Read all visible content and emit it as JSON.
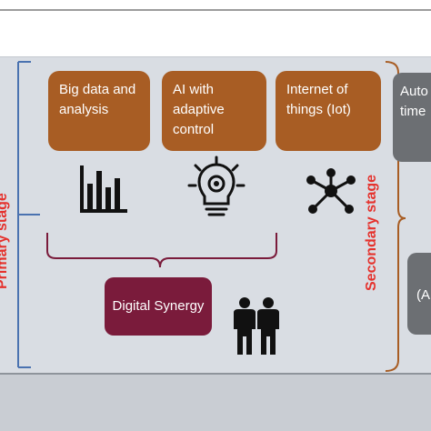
{
  "boxes": {
    "big_data": "Big data and analysis",
    "ai": "AI with adaptive control",
    "iot": "Internet of things (Iot)",
    "digital_synergy": "Digital Synergy",
    "auto_partial": "Auto",
    "time_partial": "time",
    "a_partial": "(A"
  },
  "stages": {
    "primary": "Primary stage",
    "secondary": "Secondary stage"
  },
  "icons": [
    "bar-chart-icon",
    "lightbulb-gear-icon",
    "network-icon",
    "people-icon"
  ],
  "colors": {
    "orange": "#a85d24",
    "maroon": "#7a1b3b",
    "gray": "#6c6f73",
    "red_label": "#e5322d",
    "blue_bracket": "#4a72b0",
    "panel": "#d9dde3"
  }
}
